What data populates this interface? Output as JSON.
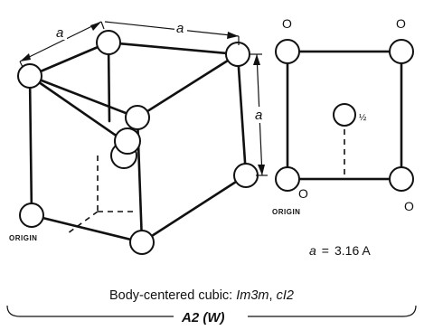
{
  "labels": {
    "edge_top_left": "a",
    "edge_top_right": "a",
    "edge_vertical": "a",
    "origin_cube": "ORIGIN",
    "origin_square": "ORIGIN",
    "occ_top_left": "O",
    "occ_top_right": "O",
    "occ_bottom_left": "O",
    "occ_bottom_right": "O",
    "occ_center": "½"
  },
  "parameter": {
    "symbol": "a",
    "equals": "=",
    "value": "3.16 A"
  },
  "caption": {
    "prefix": "Body-centered cubic: ",
    "space_group": "Im3m",
    "separator": ", ",
    "pearson": "cI2"
  },
  "structure_title": "A2 (W)"
}
